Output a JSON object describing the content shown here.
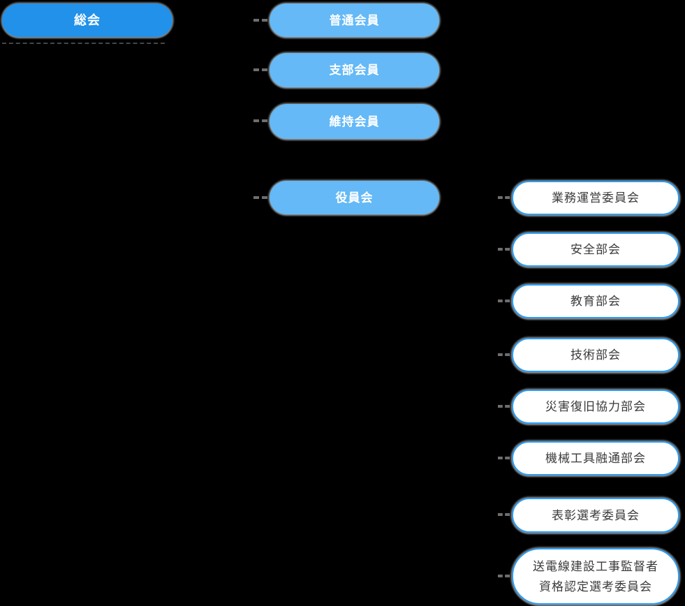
{
  "org": {
    "type": "organization-chart",
    "root": {
      "label": "総会"
    },
    "members": [
      {
        "label": "普通会員"
      },
      {
        "label": "支部会員"
      },
      {
        "label": "維持会員"
      },
      {
        "label": "役員会"
      }
    ],
    "committees": [
      {
        "label": "業務運営委員会"
      },
      {
        "label": "安全部会"
      },
      {
        "label": "教育部会"
      },
      {
        "label": "技術部会"
      },
      {
        "label": "災害復旧協力部会"
      },
      {
        "label": "機械工具融通部会"
      },
      {
        "label": "表彰選考委員会"
      },
      {
        "label": "送電線建設工事監督者\n資格認定選考委員会"
      }
    ],
    "palette": {
      "background": "#000000",
      "primary_pill_fill": "#2191e9",
      "secondary_pill_fill": "#64b9f6",
      "outline_pill_border": "#2b9df4",
      "outline_pill_fill": "#ffffff",
      "light_pill_text": "#ffffff",
      "outline_pill_text": "#3a3a3a",
      "connector_grey": "#6e6e6e",
      "shadow_grey": "#969696"
    }
  }
}
